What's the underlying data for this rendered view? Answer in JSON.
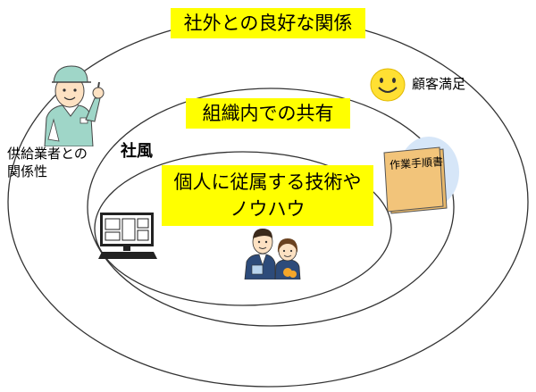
{
  "rings": {
    "outer": {
      "label": "社外との良好な関係"
    },
    "middle": {
      "label": "組織内での共有"
    },
    "inner": {
      "label_lines": [
        "個人に従属する技術や",
        "ノウハウ"
      ]
    }
  },
  "labels": {
    "supplier_lines": [
      "供給業者との",
      "関係性"
    ],
    "customer": "顧客満足",
    "culture": "社風",
    "manual": "作業手順書"
  },
  "colors": {
    "highlight": "#ffff00",
    "smiley": "#ffe033",
    "manual_cover": "#f2c47a",
    "manual_glow": "#d6e6f8",
    "ring_stroke": "#333333"
  },
  "icons": {
    "supplier": "worker-thumbs-up-icon",
    "customer": "smiley-face-icon",
    "manual": "manual-book-icon",
    "computer": "computer-monitor-icon",
    "people": "two-office-workers-icon"
  }
}
